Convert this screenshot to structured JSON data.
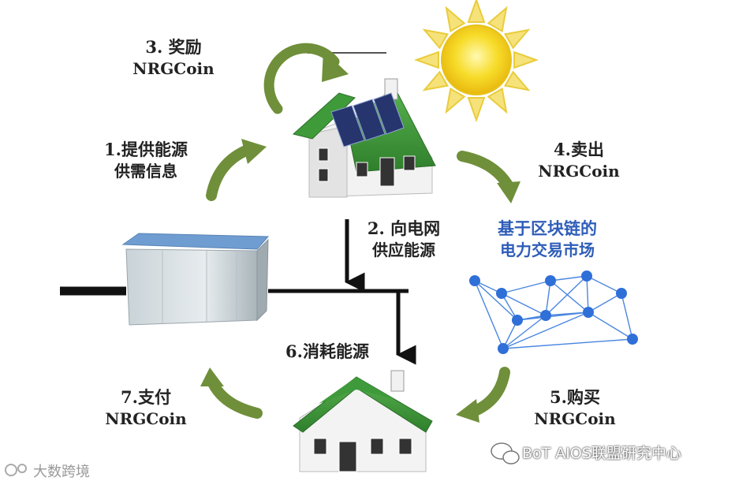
{
  "labels": {
    "reward": {
      "line1": "3. 奖励",
      "line2": "NRGCoin"
    },
    "provide_info": {
      "line1": "1.提供能源",
      "line2": "供需信息"
    },
    "sell": {
      "line1": "4.卖出",
      "line2": "NRGCoin"
    },
    "supply_grid": {
      "line1": "2. 向电网",
      "line2": "供应能源"
    },
    "market": {
      "line1": "基于区块链的",
      "line2": "电力交易市场"
    },
    "consume": {
      "line1": "6.消耗能源"
    },
    "pay": {
      "line1": "7.支付",
      "line2": "NRGCoin"
    },
    "buy": {
      "line1": "5.购买",
      "line2": "NRGCoin"
    }
  },
  "watermarks": {
    "left": "大数跨境",
    "right": "BoT AIOS联盟研究中心"
  },
  "colors": {
    "arrow_green": "#6f8f3a",
    "roof_green": "#3e9a3a",
    "network_blue": "#2f6fd8",
    "sun_yellow": "#f5d21c"
  }
}
